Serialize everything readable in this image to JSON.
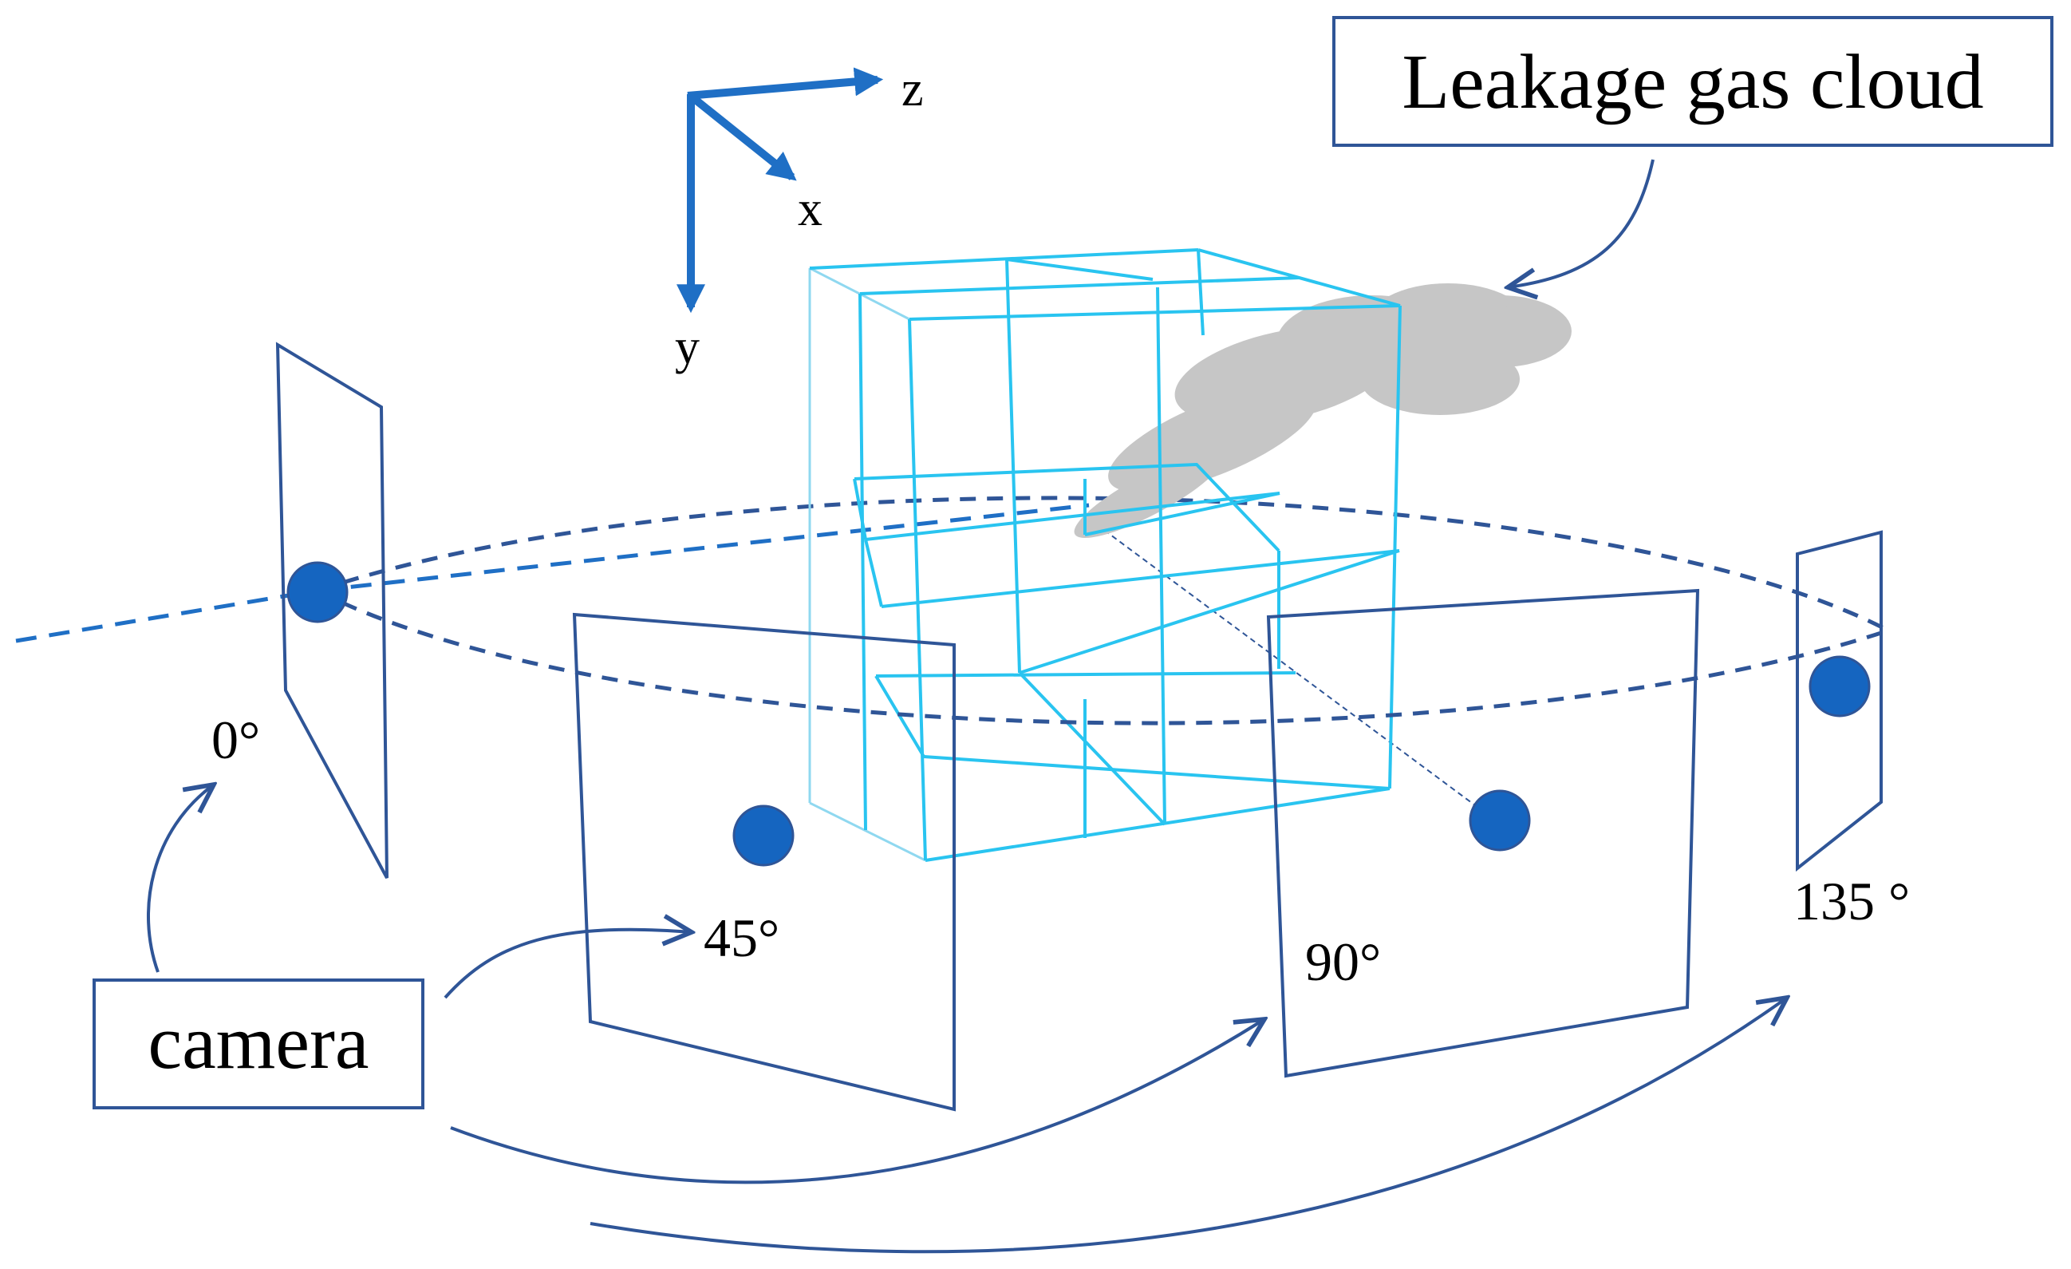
{
  "labels": {
    "gas_cloud_box": "Leakage gas cloud",
    "camera_box": "camera",
    "axis_x": "x",
    "axis_y": "y",
    "axis_z": "z",
    "angle_0": "0°",
    "angle_45": "45°",
    "angle_90": "90°",
    "angle_135": "135 °"
  },
  "colors": {
    "outline_blue": "#2F5597",
    "camera_dot": "#1565C0",
    "axis_blue": "#1F6FC5",
    "grid_cyan": "#29C4F0",
    "gas_gray": "#C6C6C6",
    "text": "#000000"
  }
}
